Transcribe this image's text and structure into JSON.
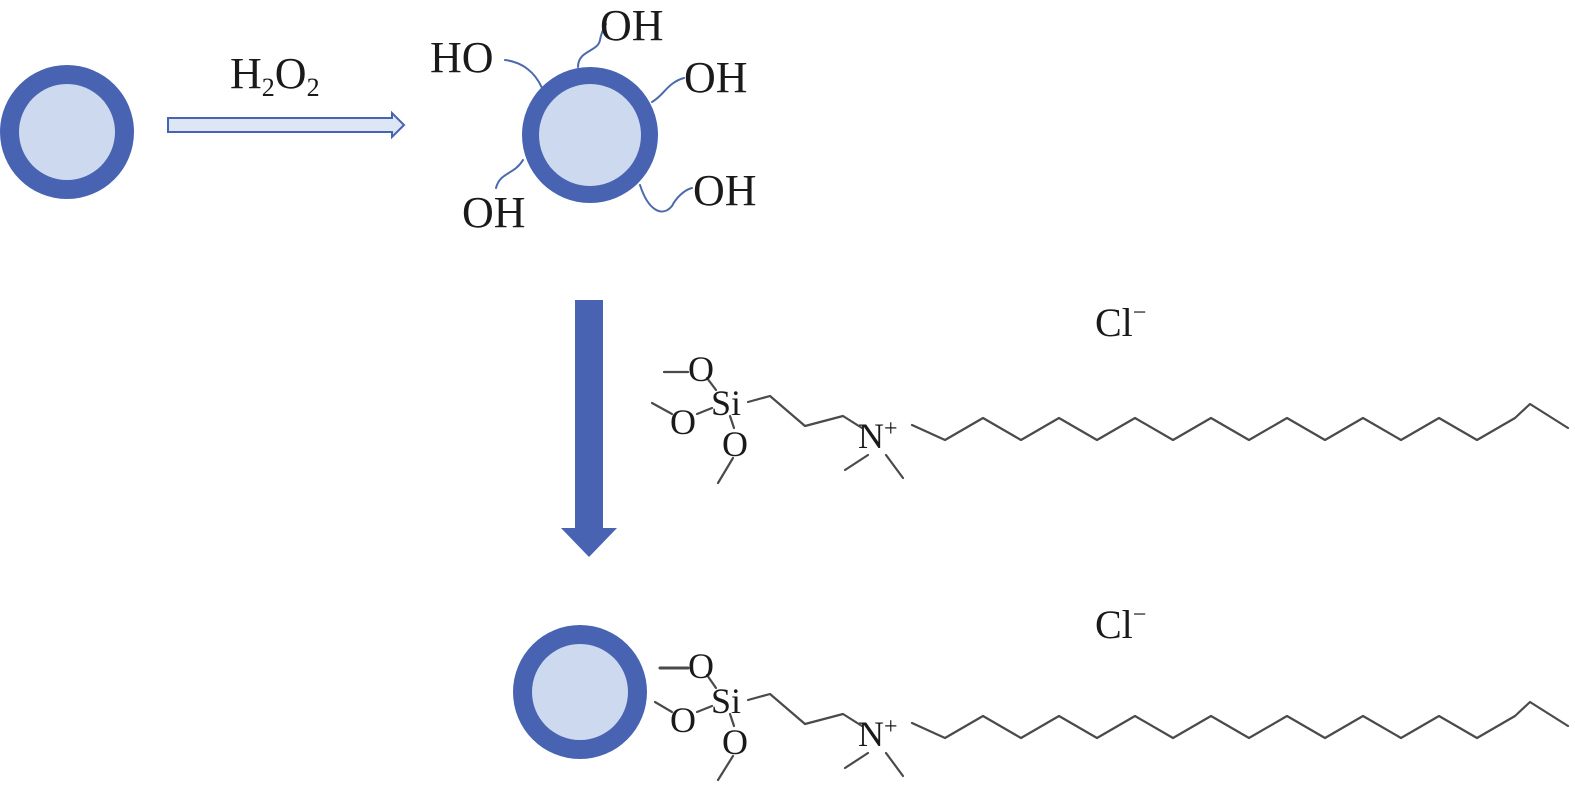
{
  "colors": {
    "particle_shell": "#4763b2",
    "particle_core": "#ccd9ee",
    "arrow_fill": "#4763b2",
    "oxidant_arrow_fill": "#dde6f4",
    "oxidant_arrow_stroke": "#4763b2",
    "bond": "#4a4a4a",
    "wave": "#4b6aae"
  },
  "reagent": {
    "h": "H",
    "sub1": "2",
    "o": "O",
    "sub2": "2"
  },
  "hydroxyl_labels": [
    "OH",
    "HO",
    "OH",
    "OH",
    "OH"
  ],
  "silane": {
    "o1": "O",
    "si": "Si",
    "o2": "O",
    "o3": "O",
    "n": "N",
    "n_charge": "+",
    "counter_ion": "Cl",
    "counter_charge": "−"
  },
  "product": {
    "o1": "O",
    "si": "Si",
    "o2": "O",
    "o3": "O",
    "n": "N",
    "n_charge": "+",
    "counter_ion": "Cl",
    "counter_charge": "−"
  }
}
